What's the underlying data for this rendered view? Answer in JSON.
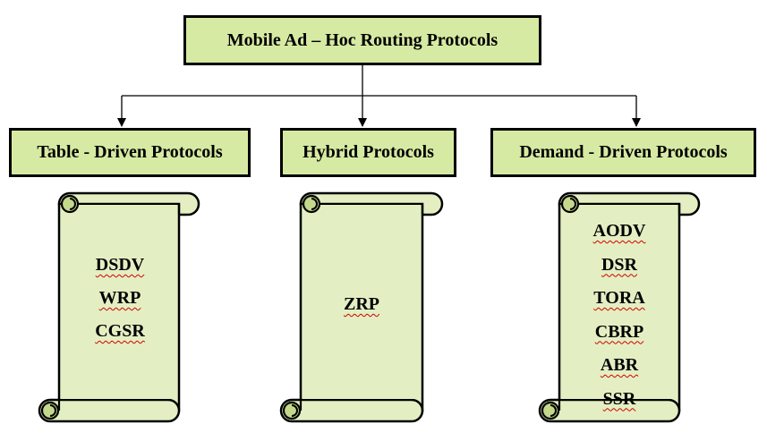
{
  "diagram": {
    "root": "Mobile Ad – Hoc Routing Protocols",
    "categories": [
      {
        "label": "Table - Driven Protocols",
        "items": [
          "DSDV",
          "WRP",
          "CGSR"
        ]
      },
      {
        "label": "Hybrid Protocols",
        "items": [
          "ZRP"
        ]
      },
      {
        "label": "Demand - Driven Protocols",
        "items": [
          "AODV",
          "DSR",
          "TORA",
          "CBRP",
          "ABR",
          "SSR"
        ]
      }
    ]
  },
  "colors": {
    "box_fill": "#d7eaa3",
    "scroll_fill": "#e3efc3",
    "scroll_curl": "#c5d98c",
    "stroke": "#000000",
    "spellcheck_underline": "#d40000"
  }
}
